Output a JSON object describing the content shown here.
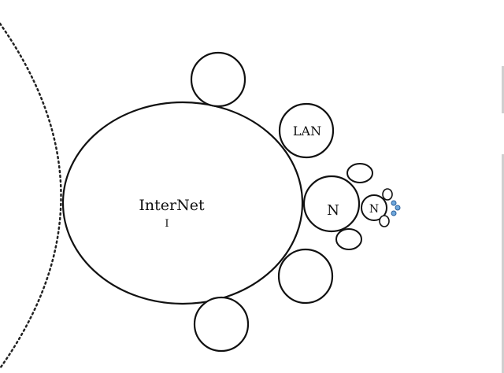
{
  "diagram": {
    "main_label": "InterNet",
    "main_sublabel": "I",
    "lan_label": "LAN",
    "node_label": "N",
    "subnode_label": "N",
    "colors": {
      "stroke": "#111111",
      "boundary": "#222222",
      "leaf": "#6fa8dc",
      "leaf_stroke": "#2b5f99"
    }
  }
}
